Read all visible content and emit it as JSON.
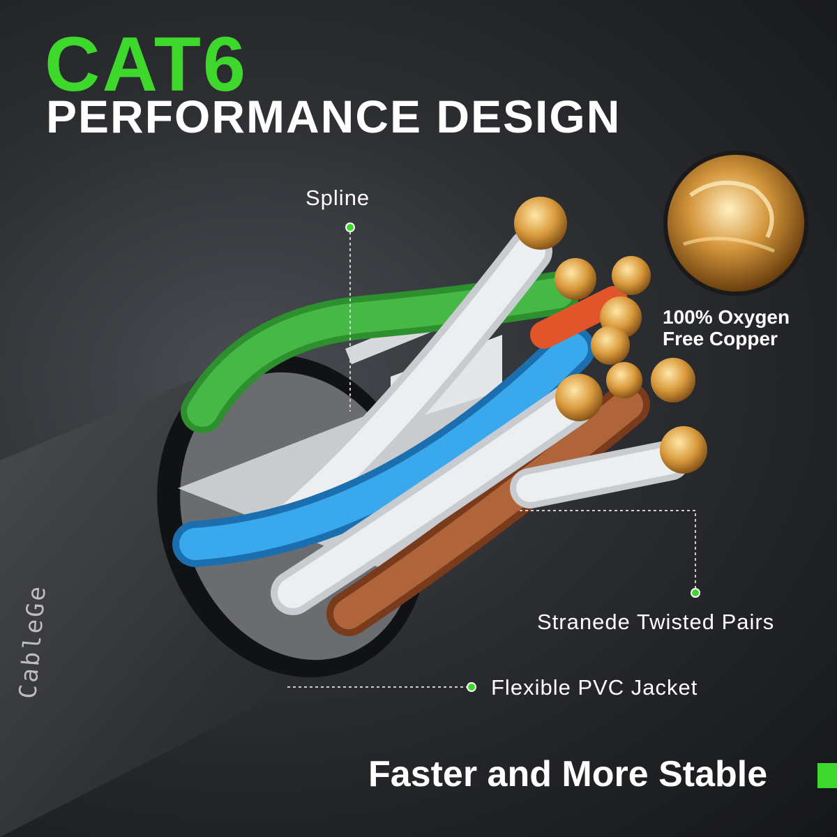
{
  "brand_title": "CAT6",
  "headline": "PERFORMANCE DESIGN",
  "callouts": {
    "spline": "Spline",
    "twisted_pairs": "Stranede Twisted Pairs",
    "jacket": "Flexible PVC Jacket",
    "copper_line1": "100% Oxygen",
    "copper_line2": "Free Copper"
  },
  "tagline": "Faster and More Stable",
  "jacket_print": "CableGe",
  "colors": {
    "accent": "#3ed82c",
    "wire_green": "#3aa83a",
    "wire_blue": "#2a9be0",
    "wire_brown": "#a0532b",
    "wire_orange": "#e0552a",
    "wire_white": "#d8dbe0",
    "copper": "#d89a3c",
    "jacket": "#3a3c40"
  },
  "icons": {
    "copper_closeup": "copper-strands-icon",
    "callout_dot": "green-dot-icon"
  }
}
